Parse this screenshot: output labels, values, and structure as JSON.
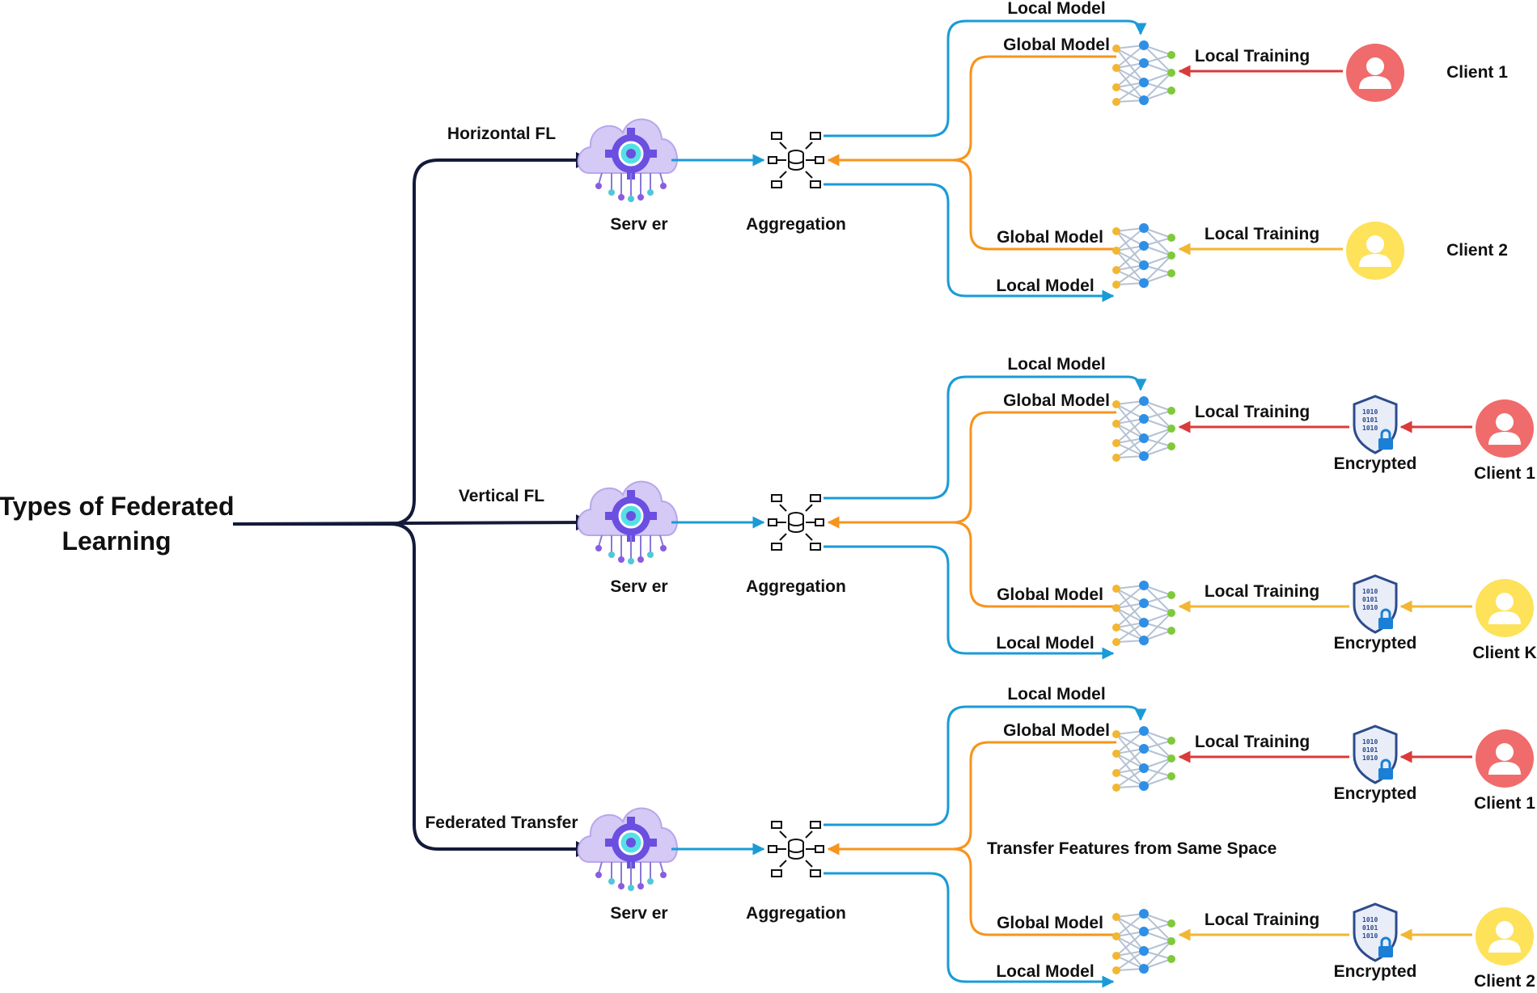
{
  "title": "Types of Federated Learning",
  "branches": [
    {
      "type_label": "Horizontal  FL",
      "server_label": "Serv er",
      "aggregation_label": "Aggregation",
      "clients": [
        {
          "name": "Client 1",
          "color": "#f06b6b",
          "line_color": "#d93b3b",
          "local_model": "Local Model",
          "global_model": "Global Model",
          "local_training": "Local Training",
          "encrypted": null
        },
        {
          "name": "Client 2",
          "color": "#fde25a",
          "line_color": "#f2b632",
          "local_model": "Local Model",
          "global_model": "Global Model",
          "local_training": "Local Training",
          "encrypted": null
        }
      ],
      "transfer_label": null
    },
    {
      "type_label": "Vertical  FL",
      "server_label": "Serv er",
      "aggregation_label": "Aggregation",
      "clients": [
        {
          "name": "Client 1",
          "color": "#f06b6b",
          "line_color": "#d93b3b",
          "local_model": "Local Model",
          "global_model": "Global Model",
          "local_training": "Local Training",
          "encrypted": "Encrypted"
        },
        {
          "name": "Client K",
          "color": "#fde25a",
          "line_color": "#f2b632",
          "local_model": "Local Model",
          "global_model": "Global Model",
          "local_training": "Local Training",
          "encrypted": "Encrypted"
        }
      ],
      "transfer_label": null
    },
    {
      "type_label": "Federated Transfer",
      "server_label": "Serv er",
      "aggregation_label": "Aggregation",
      "clients": [
        {
          "name": "Client 1",
          "color": "#f06b6b",
          "line_color": "#d93b3b",
          "local_model": "Local Model",
          "global_model": "Global Model",
          "local_training": "Local Training",
          "encrypted": "Encrypted"
        },
        {
          "name": "Client 2",
          "color": "#fde25a",
          "line_color": "#f2b632",
          "local_model": "Local Model",
          "global_model": "Global Model",
          "local_training": "Local Training",
          "encrypted": "Encrypted"
        }
      ],
      "transfer_label": "Transfer Features from Same Space"
    }
  ],
  "colors": {
    "local_model_line": "#1a9bd7",
    "global_model_line": "#f7941d",
    "trunk": "#141a3a",
    "cloud": "#cbbdf0",
    "gear": "#6a4fe0",
    "shield": "#2d4b8c"
  },
  "icons": [
    "cloud-server-icon",
    "aggregation-icon",
    "neural-network-icon",
    "shield-lock-icon",
    "user-avatar-icon"
  ]
}
